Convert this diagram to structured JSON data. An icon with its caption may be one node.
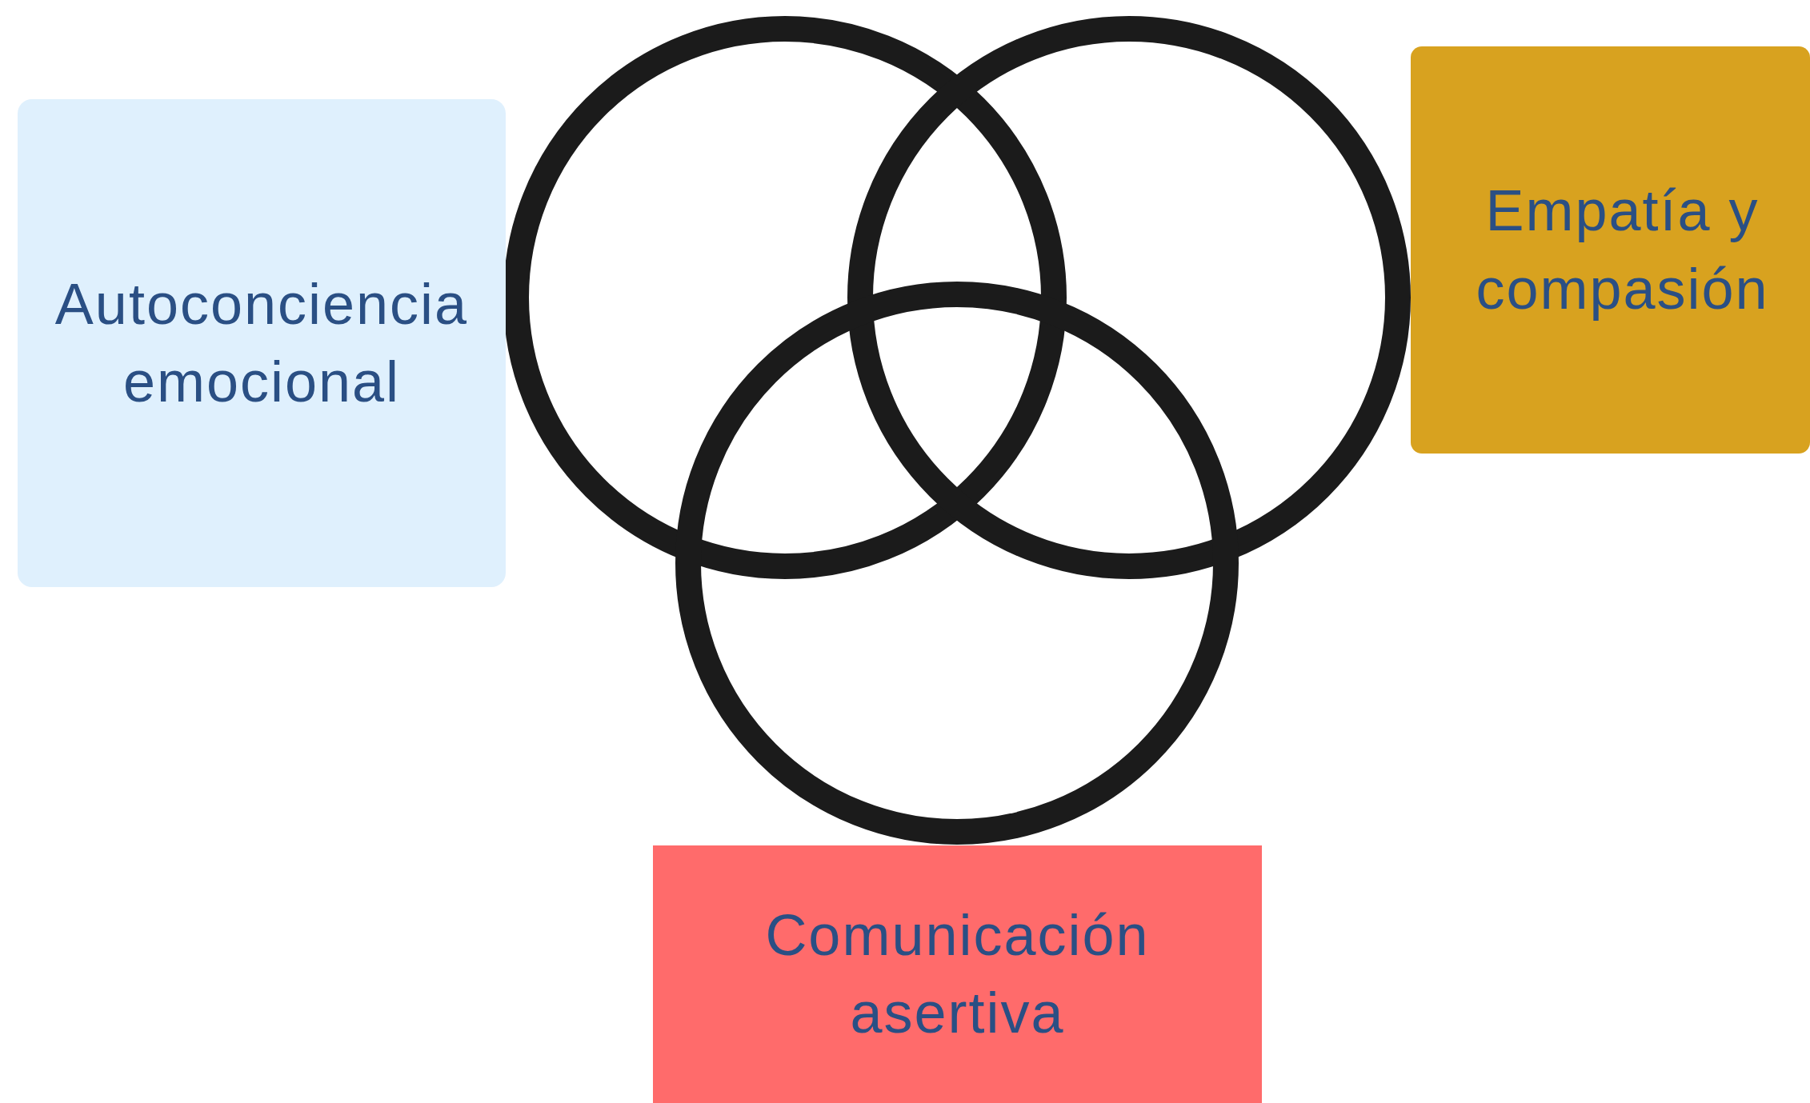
{
  "diagram": {
    "nodes": [
      {
        "text": [
          "Autoconciencia emocional"
        ]
      },
      {
        "text": [
          "Empatía y compasión"
        ]
      },
      {
        "text": [
          "Comunicación asertiva"
        ]
      }
    ]
  }
}
